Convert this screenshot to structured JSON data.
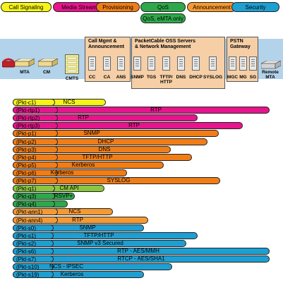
{
  "colors": {
    "call_signaling": "#f4f416",
    "media_stream": "#e8148c",
    "provisioning": "#f07d16",
    "qos": "#5eb72e",
    "announcement": "#f07d16",
    "security": "#1e9fd2",
    "box_fill": "#f6cfa6",
    "band_fill": "#b3d3ea"
  },
  "legend": [
    {
      "label": "Call Signaling",
      "color": "#f4f416"
    },
    {
      "label": "Media Stream",
      "color": "#e8148c"
    },
    {
      "label": "Provisioning",
      "color": "#f07d16"
    },
    {
      "label": "QoS",
      "color": "#2ea84a"
    },
    {
      "label": "Announcement",
      "color": "#f59a33"
    },
    {
      "label": "Security",
      "color": "#1e9fd2"
    },
    {
      "label": "QoS, eMTA only",
      "color": "#2ea84a"
    }
  ],
  "network": {
    "mta_label": "MTA",
    "cm_label": "CM",
    "cmts_label": "CMTS",
    "call_mgmt_title": "Call Mgmt &\nAnnouncement",
    "call_mgmt_servers": [
      "CC",
      "CA",
      "ANS"
    ],
    "oss_title": "PacketCable OSS Servers\n& Network Management",
    "oss_servers": [
      "SNMP",
      "TGS",
      "TFTP/\nHTTP",
      "DNS",
      "DHCP",
      "SYSLOG"
    ],
    "pstn_title": "PSTN\nGateway",
    "pstn_servers": [
      "MGC",
      "MG",
      "SG"
    ],
    "remote_label": "Remote\nMTA"
  },
  "interfaces": [
    {
      "id": "(Pkt-c1)",
      "protocol": "NCS",
      "color": "#f4f416"
    },
    {
      "id": "(Pkt-rtp1)",
      "protocol": "RTP",
      "color": "#e8148c"
    },
    {
      "id": "(Pkt-rtp2)",
      "protocol": "RTP",
      "color": "#e8148c"
    },
    {
      "id": "(Pkt-rtp3)",
      "protocol": "RTP",
      "color": "#e8148c"
    },
    {
      "id": "(Pkt-p1)",
      "protocol": "SNMP",
      "color": "#f07d16"
    },
    {
      "id": "(Pkt-p2)",
      "protocol": "DHCP",
      "color": "#f07d16"
    },
    {
      "id": "(Pkt-p3)",
      "protocol": "DNS",
      "color": "#f07d16"
    },
    {
      "id": "(Pkt-p4)",
      "protocol": "TFTP/HTTP",
      "color": "#f07d16"
    },
    {
      "id": "(Pkt-p5)",
      "protocol": "Kerberos",
      "color": "#f07d16"
    },
    {
      "id": "(Pkt-p6)",
      "protocol": "Kerberos",
      "color": "#f07d16"
    },
    {
      "id": "(Pkt-p7)",
      "protocol": "SYSLOG",
      "color": "#f07d16"
    },
    {
      "id": "(Pkt-q1)",
      "protocol": "CM API",
      "color": "#8cc63e"
    },
    {
      "id": "(Pkt-q3)",
      "protocol": "RSVP+",
      "color": "#2ea84a"
    },
    {
      "id": "(Pkt-q4)",
      "protocol": "",
      "color": "#2ea84a"
    },
    {
      "id": "(Pkt-ann1)",
      "protocol": "NCS",
      "color": "#f59a33"
    },
    {
      "id": "(Pkt-ann4)",
      "protocol": "RTP",
      "color": "#f59a33"
    },
    {
      "id": "(Pkt-s0)",
      "protocol": "SNMP",
      "color": "#1e9fd2"
    },
    {
      "id": "(Pkt-s1)",
      "protocol": "TFTP/HTTP",
      "color": "#1e9fd2"
    },
    {
      "id": "(Pkt-s2)",
      "protocol": "SNMP v3 Secured",
      "color": "#1e9fd2"
    },
    {
      "id": "(Pkt-s6)",
      "protocol": "RTP - AES/MMH",
      "color": "#1e9fd2"
    },
    {
      "id": "(Pkt-s7)",
      "protocol": "RTCP - AES/SHA1",
      "color": "#1e9fd2"
    },
    {
      "id": "(Pkt-s10)",
      "protocol": "NCS - IPSEC",
      "color": "#1e9fd2"
    },
    {
      "id": "(Pkt-s19)",
      "protocol": "Kerberos",
      "color": "#1e9fd2"
    }
  ]
}
